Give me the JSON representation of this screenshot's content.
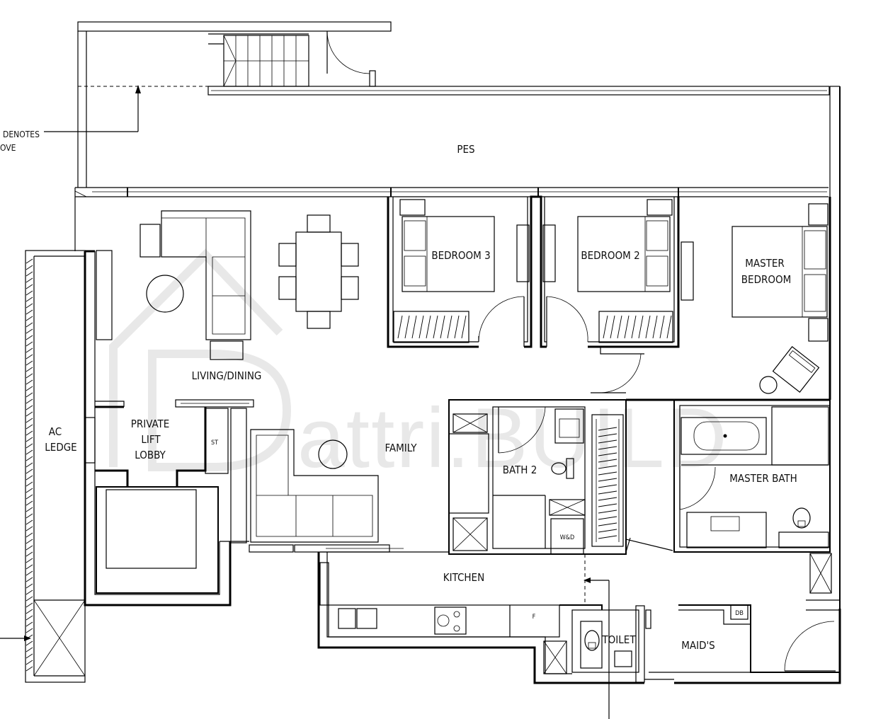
{
  "rooms": {
    "pes": "PES",
    "bedroom3": "BEDROOM 3",
    "bedroom2": "BEDROOM 2",
    "master_line1": "MASTER",
    "master_line2": "BEDROOM",
    "living_dining": "LIVING/DINING",
    "family": "FAMILY",
    "lobby_line1": "PRIVATE",
    "lobby_line2": "LIFT",
    "lobby_line3": "LOBBY",
    "st": "ST",
    "ac_line1": "AC",
    "ac_line2": "LEDGE",
    "bath2": "BATH 2",
    "master_bath": "MASTER BATH",
    "wd": "W&D",
    "kitchen": "KITCHEN",
    "fridge": "F",
    "toilet": "TOILET",
    "maids": "MAID'S",
    "db": "DB"
  },
  "annotations": {
    "note_line1": "DENOTES",
    "note_line2": "OVE"
  },
  "watermark": "attri.BUILD"
}
